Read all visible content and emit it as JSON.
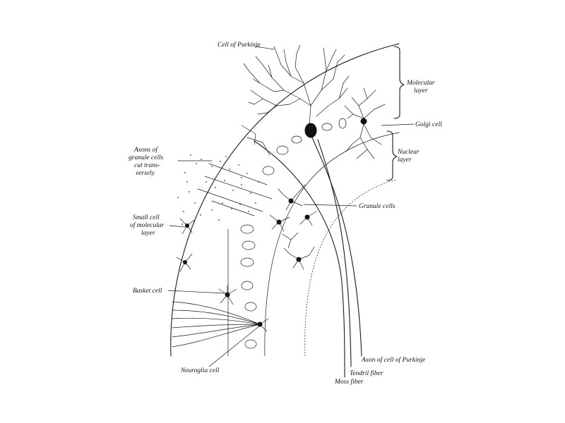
{
  "figure": {
    "labels": {
      "purkinje": "Cell of Purkinje",
      "molecular_line1": "Molecular",
      "molecular_line2": "layer",
      "golgi": "Golgi cell",
      "nuclear_line1": "Nuclear",
      "nuclear_line2": "layer",
      "axons_line1": "Axons of",
      "axons_line2": "granule cells",
      "axons_line3": "cut trans-",
      "axons_line4": "versely",
      "granule": "Granule cells",
      "small_line1": "Small cell",
      "small_line2": "of molecular",
      "small_line3": "layer",
      "basket": "Basket cell",
      "neuroglia": "Neuroglia cell",
      "axon_purkinje": "Axon of cell of Purkinje",
      "tendril": "Tendril fiber",
      "moss": "Moss fiber"
    },
    "colors": {
      "ink": "#1a1a1a",
      "background": "#ffffff"
    }
  }
}
